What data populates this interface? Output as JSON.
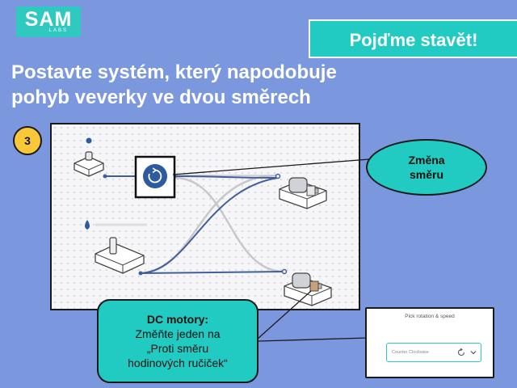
{
  "logo": {
    "main": "SAM",
    "sub": "LABS"
  },
  "banner": {
    "label": "Pojďme stavět!"
  },
  "heading": {
    "line1": "Postavte systém, který napodobuje",
    "line2": "pohyb veverky ve dvou směrech"
  },
  "step": {
    "number": "3"
  },
  "bubble_direction": {
    "text": "Změna směru"
  },
  "callout": {
    "title": "DC motory:",
    "line1": "Změňte jeden na",
    "line2": "„Proti směru",
    "line3": "hodinových ručiček“"
  },
  "panel": {
    "title": "Pick rotation & speed",
    "select_value": "Counter Clockwise",
    "icons": [
      "rotate-icon",
      "chevron-down-icon"
    ]
  },
  "colors": {
    "background": "#7b98df",
    "accent": "#22cbc1",
    "step_badge": "#f8c838",
    "wire": "#3f5f9a",
    "block_blue": "#2d5aa0"
  }
}
